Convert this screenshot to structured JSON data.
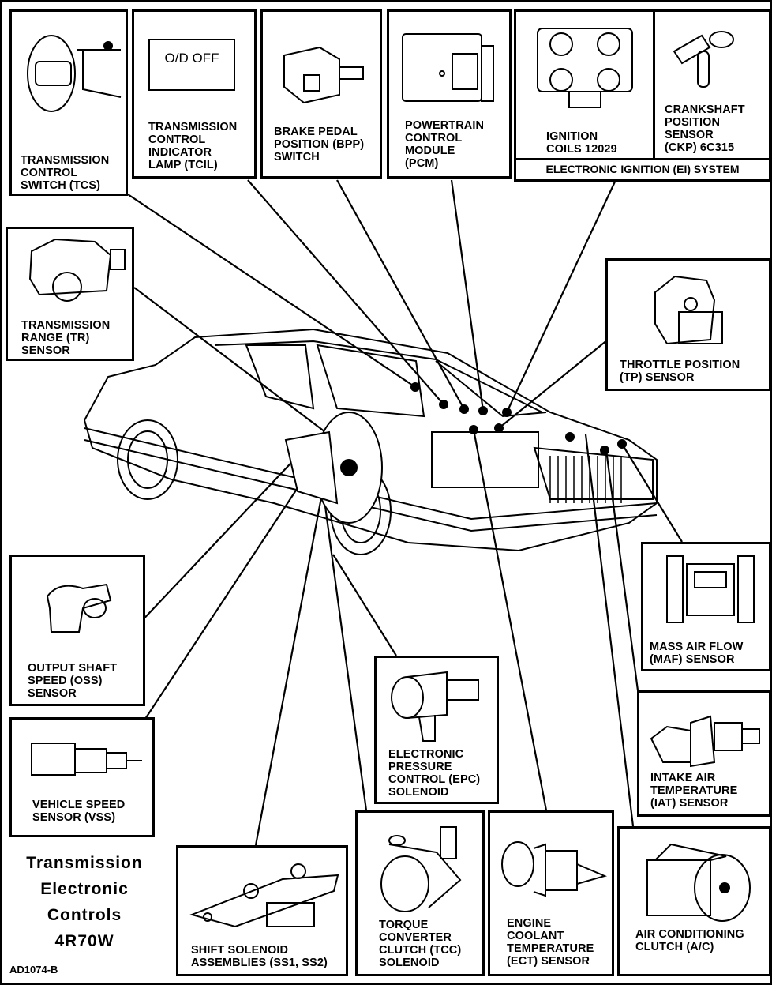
{
  "diagram": {
    "title_lines": [
      "Transmission",
      "Electronic",
      "Controls",
      "4R70W"
    ],
    "figure_code": "AD1074-B",
    "colors": {
      "ink": "#000000",
      "paper": "#ffffff"
    }
  },
  "components": {
    "tcs": {
      "label": "TRANSMISSION\nCONTROL\nSWITCH (TCS)",
      "icon": "steering-column-icon"
    },
    "tcil": {
      "label": "TRANSMISSION\nCONTROL\nINDICATOR\nLAMP (TCIL)",
      "lamp_text": "O/D\nOFF",
      "icon": "indicator-lamp-icon"
    },
    "bpp": {
      "label": "BRAKE PEDAL\nPOSITION (BPP)\nSWITCH",
      "icon": "brake-switch-icon"
    },
    "pcm": {
      "label": "POWERTRAIN\nCONTROL\nMODULE\n(PCM)",
      "icon": "control-module-icon"
    },
    "ignition_coils": {
      "label": "IGNITION\nCOILS 12029",
      "icon": "ignition-coil-icon"
    },
    "ckp": {
      "label": "CRANKSHAFT\nPOSITION\nSENSOR\n(CKP) 6C315",
      "icon": "crankshaft-sensor-icon"
    },
    "ei_system": {
      "label": "ELECTRONIC IGNITION (EI) SYSTEM"
    },
    "tr": {
      "label": "TRANSMISSION\nRANGE (TR)\nSENSOR",
      "icon": "range-sensor-icon"
    },
    "tp": {
      "label": "THROTTLE POSITION\n(TP) SENSOR",
      "icon": "throttle-sensor-icon"
    },
    "oss": {
      "label": "OUTPUT SHAFT\nSPEED (OSS)\nSENSOR",
      "icon": "speed-sensor-icon"
    },
    "vss": {
      "label": "VEHICLE SPEED\nSENSOR (VSS)",
      "icon": "vehicle-speed-sensor-icon"
    },
    "maf": {
      "label": "MASS AIR FLOW\n(MAF) SENSOR",
      "icon": "maf-sensor-icon"
    },
    "epc": {
      "label": "ELECTRONIC\nPRESSURE\nCONTROL (EPC)\nSOLENOID",
      "icon": "solenoid-icon"
    },
    "iat": {
      "label": "INTAKE AIR\nTEMPERATURE\n(IAT) SENSOR",
      "icon": "temperature-sensor-icon"
    },
    "ss": {
      "label": "SHIFT SOLENOID\nASSEMBLIES (SS1, SS2)",
      "icon": "shift-solenoid-icon"
    },
    "tcc": {
      "label": "TORQUE\nCONVERTER\nCLUTCH (TCC)\nSOLENOID",
      "icon": "tcc-solenoid-icon"
    },
    "ect": {
      "label": "ENGINE\nCOOLANT\nTEMPERATURE\n(ECT) SENSOR",
      "icon": "coolant-sensor-icon"
    },
    "ac": {
      "label": "AIR CONDITIONING\nCLUTCH (A/C)",
      "icon": "ac-compressor-icon"
    }
  },
  "vehicle": {
    "icon": "sedan-car-icon"
  }
}
